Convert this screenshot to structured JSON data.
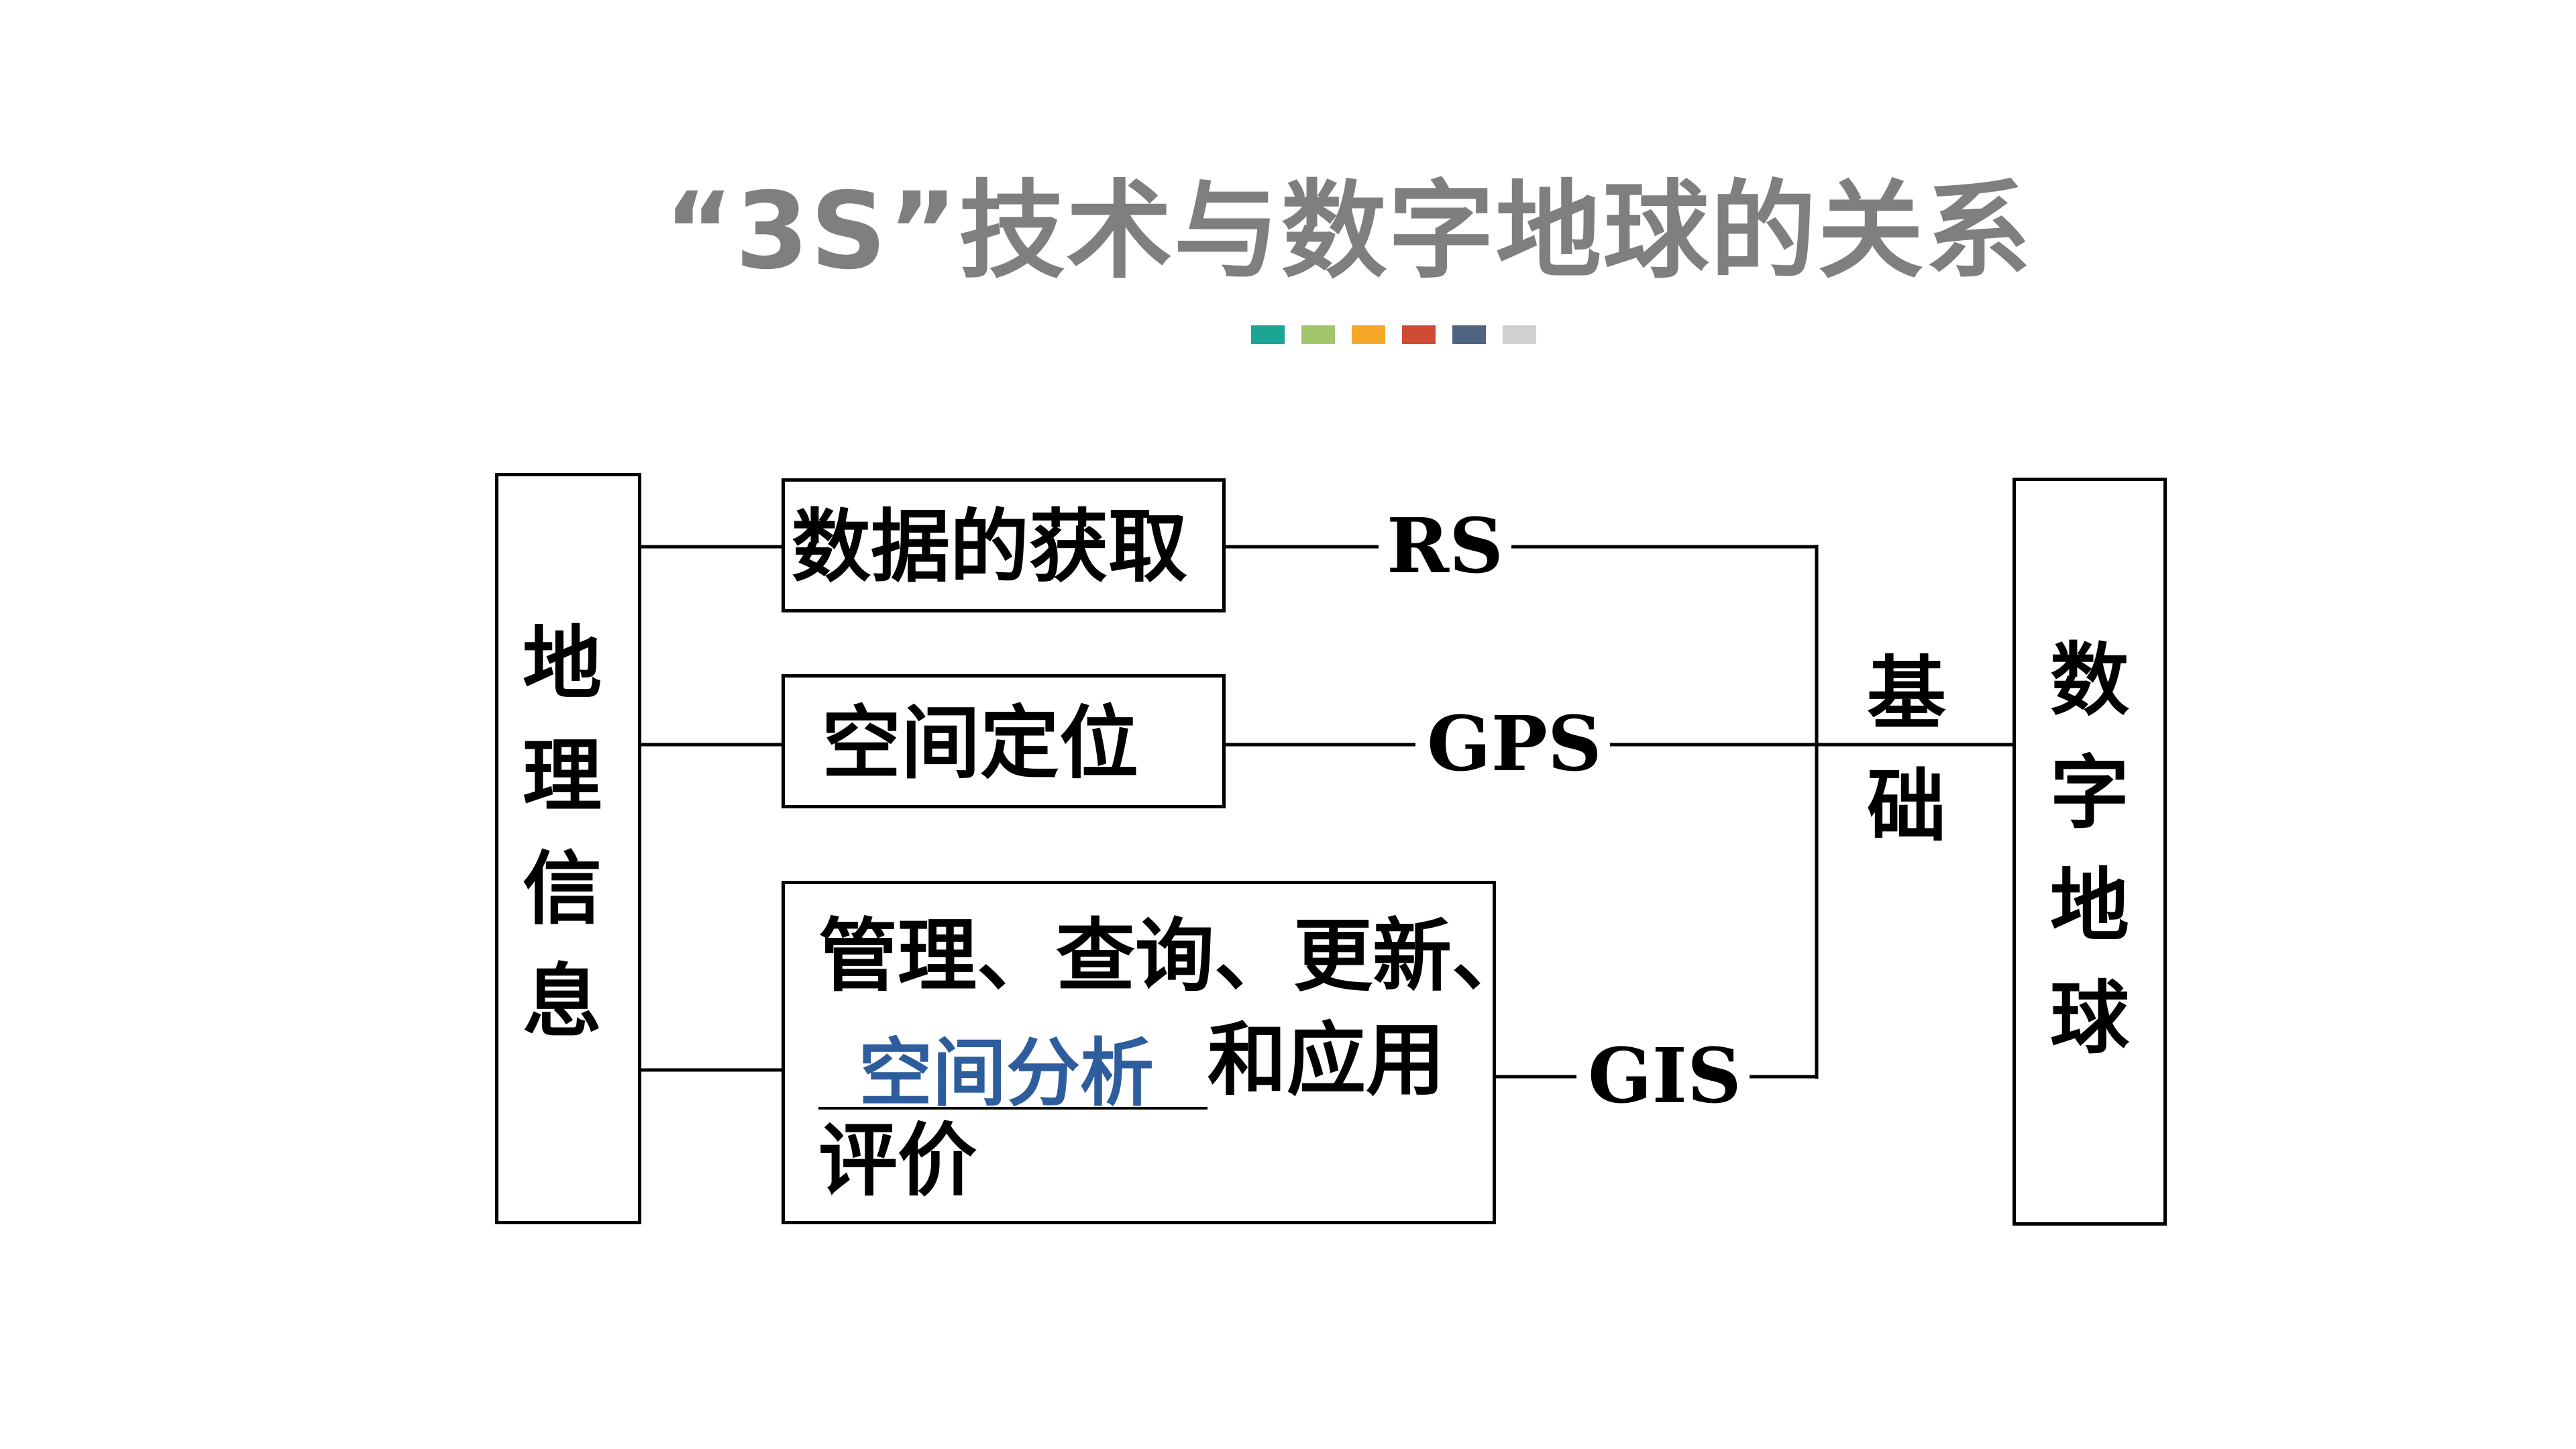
{
  "title": "“3S”技术与数字地球的关系",
  "accent_colors": [
    "#1aa594",
    "#a2c56b",
    "#f4a729",
    "#cf4b33",
    "#4f6480",
    "#d0d0d0"
  ],
  "left_box": {
    "text": "地理信息"
  },
  "right_box": {
    "text": "数字地球"
  },
  "foundation_label": "基础",
  "functions": [
    {
      "label": "数据的获取",
      "tech": "RS"
    },
    {
      "label": "空间定位",
      "tech": "GPS"
    },
    {
      "line1": "管理、查询、更新、",
      "blank_answer": "空间分析",
      "line2_suffix": "和应用",
      "line3": "评价",
      "tech": "GIS"
    }
  ]
}
